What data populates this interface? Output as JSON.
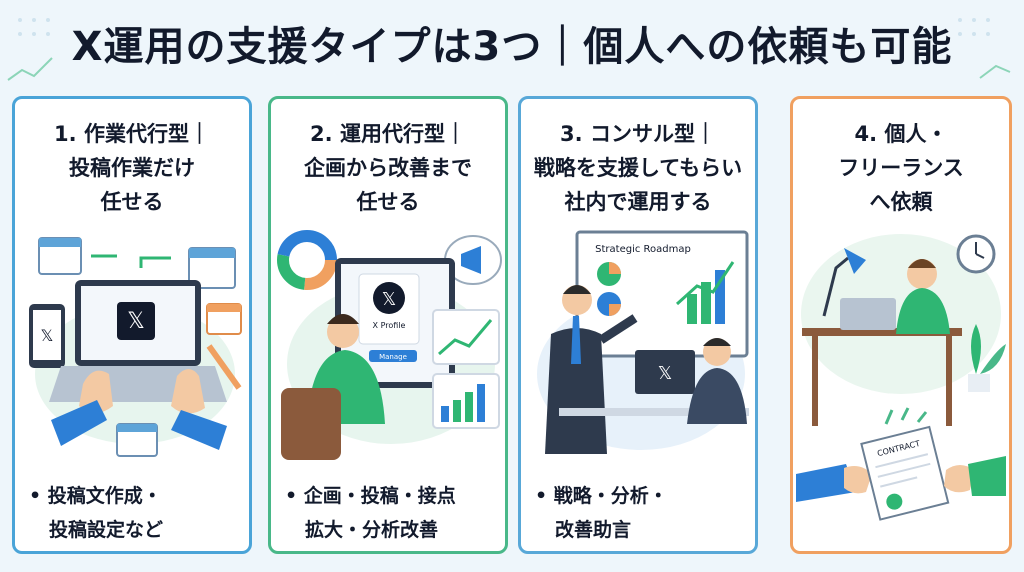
{
  "title": "X運用の支援タイプは3つ｜個人への依頼も可能",
  "colors": {
    "card1_border": "#4aa4d8",
    "card2_border": "#49b889",
    "card3_border": "#58a8d8",
    "card4_border": "#f0a060",
    "accent_green": "#2fb673",
    "accent_blue": "#2d7fd6"
  },
  "cards": [
    {
      "head": [
        "1. 作業代行型｜",
        "投稿作業だけ",
        "任せる"
      ],
      "bullets": [
        "• 投稿文作成・",
        "  投稿設定など"
      ],
      "illustration": "laptop-x-calendar"
    },
    {
      "head": [
        "2. 運用代行型｜",
        "企画から改善まで",
        "任せる"
      ],
      "bullets": [
        "• 企画・投稿・接点",
        "  拡大・分析改善"
      ],
      "illustration": "x-profile-monitor",
      "screen_text": "X Profile",
      "screen_button": "Manage"
    },
    {
      "head": [
        "3. コンサル型｜",
        "戦略を支援してもらい",
        "社内で運用する"
      ],
      "bullets": [
        "• 戦略・分析・",
        "  改善助言"
      ],
      "illustration": "strategy-roadmap",
      "board_title": "Strategic Roadmap"
    },
    {
      "head": [
        "4. 個人・",
        "フリーランス",
        "へ依頼"
      ],
      "bullets": [],
      "illustration": "freelancer-contract",
      "contract_text": "CONTRACT"
    }
  ]
}
